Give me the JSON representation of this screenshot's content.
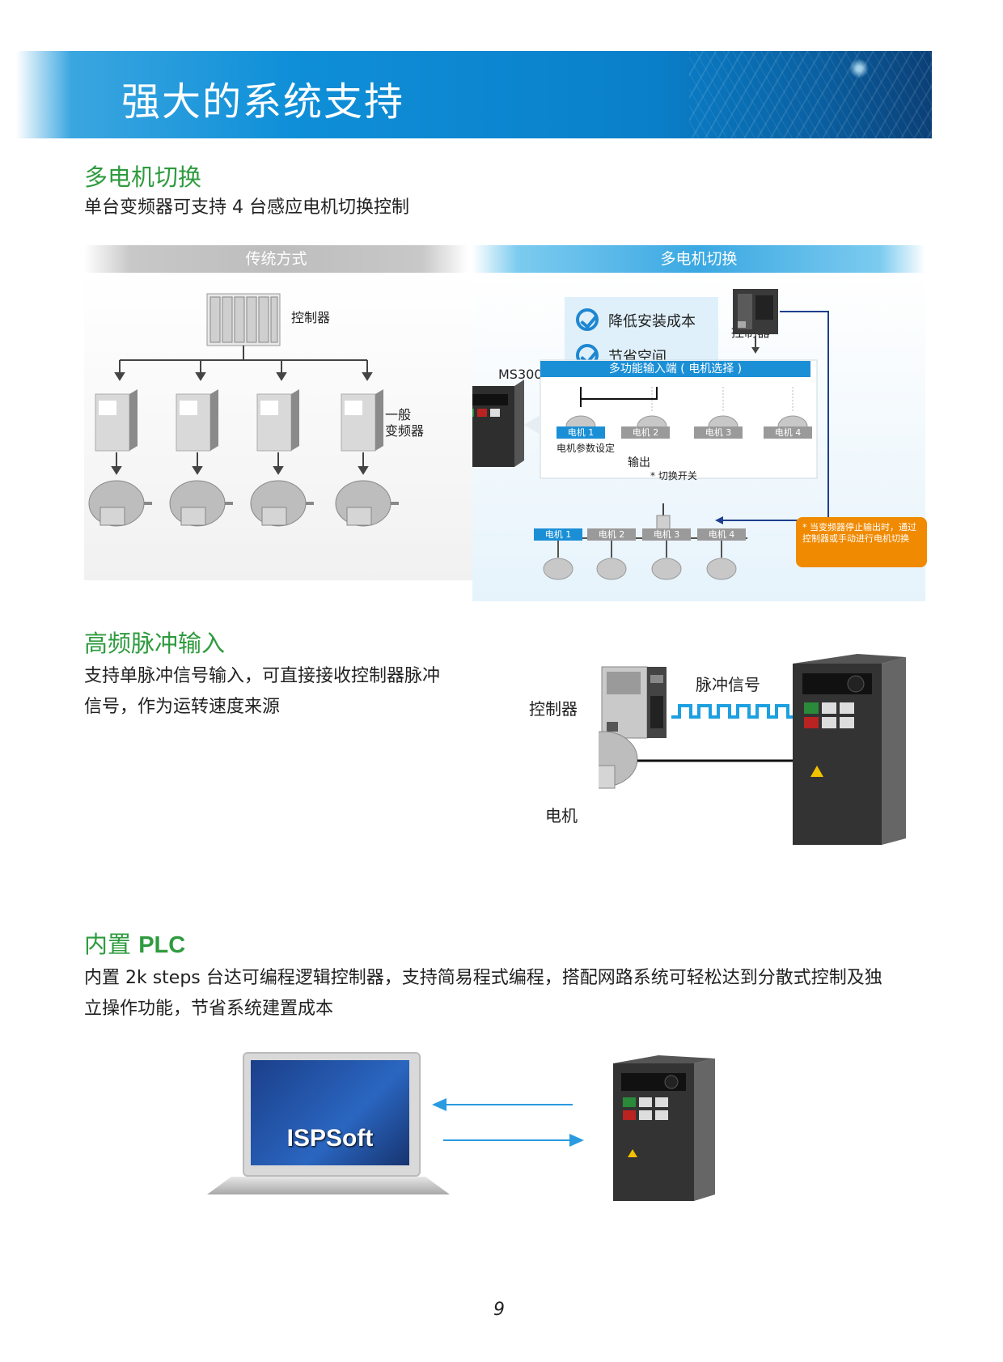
{
  "header": {
    "title": "强大的系统支持"
  },
  "section1": {
    "title": "多电机切换",
    "subtitle": "单台变频器可支持 4 台感应电机切换控制",
    "traditional_label": "传统方式",
    "multi_label": "多电机切换",
    "left": {
      "controller": "控制器",
      "drive_line1": "一般",
      "drive_line2": "变频器"
    },
    "right": {
      "benefit1": "降低安装成本",
      "benefit2": "节省空间",
      "controller": "控制器",
      "model": "MS300",
      "multi_input": "多功能输入端 ( 电机选择 )",
      "motors_top": [
        "电机 1",
        "电机 2",
        "电机 3",
        "电机 4"
      ],
      "param_setting": "电机参数设定",
      "output": "输出",
      "switch_label": "* 切换开关",
      "motors_bottom": [
        "电机 1",
        "电机 2",
        "电机 3",
        "电机 4"
      ],
      "note": "* 当变频器停止输出时，通过控制器或手动进行电机切换"
    }
  },
  "section2": {
    "title": "高频脉冲输入",
    "text_line1": "支持单脉冲信号输入，可直接接收控制器脉冲",
    "text_line2": "信号，作为运转速度来源",
    "controller": "控制器",
    "pulse": "脉冲信号",
    "motor": "电机"
  },
  "section3": {
    "title_prefix": "内置 ",
    "title_bold": "PLC",
    "text_line1": "内置 2k steps 台达可编程逻辑控制器，支持简易程式编程，搭配网路系统可轻松达到分散式控制及独",
    "text_line2": "立操作功能，节省系统建置成本",
    "software": "ISPSoft"
  },
  "footer": {
    "page_number": "9"
  }
}
